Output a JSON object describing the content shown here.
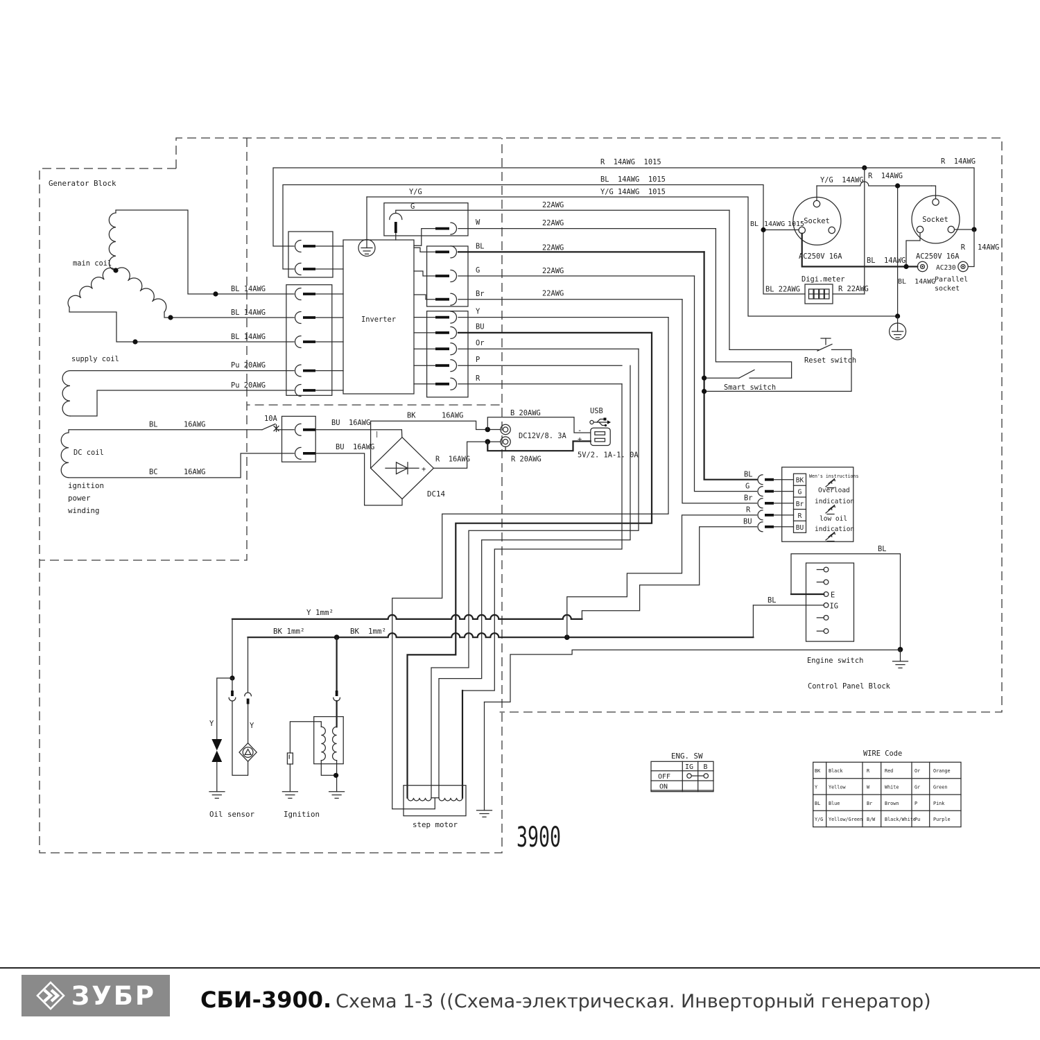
{
  "footer": {
    "logo_text": "ЗУБР",
    "model": "СБИ-3900.",
    "subtitle": "Схема 1-3 ((Схема-электрическая. Инверторный генератор)"
  },
  "blocks": {
    "generator": "Generator Block",
    "control_panel": "Control Panel Block",
    "inverter": "Inverter",
    "big_number": "3900"
  },
  "generator": {
    "main_coil": "main coil",
    "supply_coil": "supply coil",
    "dc_coil": "DC coil",
    "winding_l1": "ignition",
    "winding_l2": "power",
    "winding_l3": "winding",
    "bl14_1": "BL 14AWG",
    "bl14_2": "BL 14AWG",
    "bl14_3": "BL 14AWG",
    "pu20_1": "Pu 20AWG",
    "pu20_2": "Pu 20AWG",
    "bl16": "BL      16AWG",
    "bc16": "BC      16AWG"
  },
  "dc": {
    "fuse": "10A",
    "bu16_1": "BU  16AWG",
    "bu16_2": "BU  16AWG",
    "bk16": "BK      16AWG",
    "r16": "R  16AWG",
    "rectifier": "DC14",
    "plus": "+",
    "minus": "|",
    "b20": "B 20AWG",
    "r20": "R 20AWG",
    "converter": "DC12V/8. 3A",
    "usb": "USB",
    "usb_rating": "5V/2. 1A-1. 0A",
    "usb_minus": "-",
    "usb_plus": "+"
  },
  "top_wires": {
    "r1015": "R  14AWG  1015",
    "bl1015": "BL  14AWG  1015",
    "yg1015": "Y/G 14AWG  1015",
    "yg": "Y/G",
    "g": "G",
    "awg22_1": "22AWG",
    "awg22_2": "22AWG",
    "awg22_3": "22AWG",
    "awg22_4": "22AWG",
    "awg22_5": "22AWG",
    "rows": [
      "W",
      "BL",
      "G",
      "Br",
      "Y",
      "BU",
      "Or",
      "P",
      "R"
    ]
  },
  "sockets": {
    "s1_name": "Socket",
    "s1_rating": "AC250V 16A",
    "s2_name": "Socket",
    "s2_rating": "AC250V 16A",
    "yg14": "Y/G  14AWG",
    "r14_mid": "R  14AWG",
    "r14_top": "R  14AWG",
    "r14_right_a": "R",
    "r14_right_b": "14AWG",
    "bl14_a": "BL",
    "bl14_b": "14AWG",
    "bl14_c": "1015",
    "bl14_mid": "BL  14AWG",
    "bl14_low": "BL  14AWG",
    "ac230": "AC230",
    "parallel1": "Parallel",
    "parallel2": "socket",
    "digi_meter": "Digi.meter",
    "bl22": "BL 22AWG",
    "r22": "R 22AWG"
  },
  "switches": {
    "reset": "Reset switch",
    "smart": "Smart switch",
    "engine": "Engine switch",
    "pin_e": "E",
    "pin_ig": "IG",
    "bl_top": "BL",
    "bl_ig": "BL"
  },
  "indication": {
    "title": "Wen's instructions",
    "overload": "Overload",
    "indication1": "indication",
    "low_oil": "low oil",
    "indication2": "indication",
    "pins": [
      "BK",
      "G",
      "Br",
      "R",
      "BU"
    ],
    "wires": [
      "BL",
      "G",
      "Br",
      "R",
      "BU"
    ]
  },
  "engine_area": {
    "y1mm": "Y 1mm²",
    "bk1mm_1": "BK 1mm²",
    "bk1mm_2": "BK  1mm²",
    "y_1": "Y",
    "y_2": "Y",
    "oil_sensor": "Oil sensor",
    "ignition": "Ignition",
    "step_motor": "step motor"
  },
  "eng_sw_table": {
    "title": "ENG. SW",
    "col_ig": "IG",
    "col_b": "B",
    "row_off": "OFF",
    "row_on": "ON"
  },
  "wire_code_table": {
    "title": "WIRE Code",
    "entries": [
      [
        "BK",
        "Black",
        "R",
        "Red",
        "Or",
        "Orange"
      ],
      [
        "Y",
        "Yellow",
        "W",
        "White",
        "Gr",
        "Green"
      ],
      [
        "BL",
        "Blue",
        "Br",
        "Brown",
        "P",
        "Pink"
      ],
      [
        "Y/G",
        "Yellow/Green",
        "B/W",
        "Black/White",
        "Pu",
        "Purple"
      ]
    ]
  }
}
